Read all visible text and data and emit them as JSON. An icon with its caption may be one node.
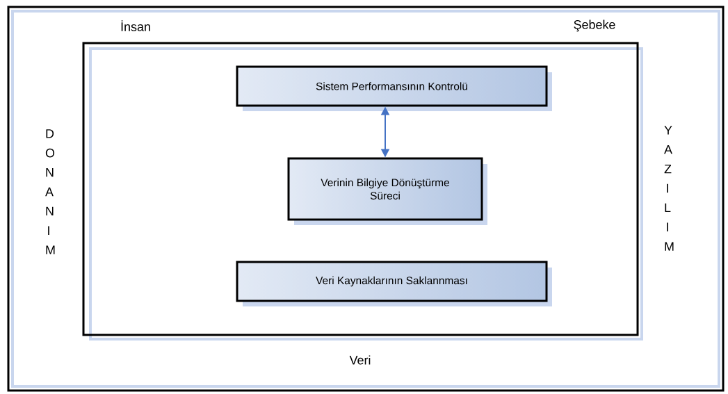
{
  "diagram": {
    "nodes": [
      {
        "text": [
          "İnsan",
          "Şebeke",
          "D O N A N I M",
          "Y A Z I L I M",
          "Veri"
        ]
      },
      {
        "text": [],
        "shape": "box",
        "in": 0
      },
      {
        "text": [
          "Sistem Performansının Kontrolü"
        ],
        "in": 1
      },
      {
        "text": [
          "Verinin Bilgiye Dönüştürme Süreci"
        ],
        "in": 1
      },
      {
        "text": [
          "Veri Kaynaklarının Saklannması"
        ],
        "in": 1
      }
    ],
    "edges": [
      {
        "from": 2,
        "to": 3,
        "arrow": "both"
      }
    ]
  }
}
